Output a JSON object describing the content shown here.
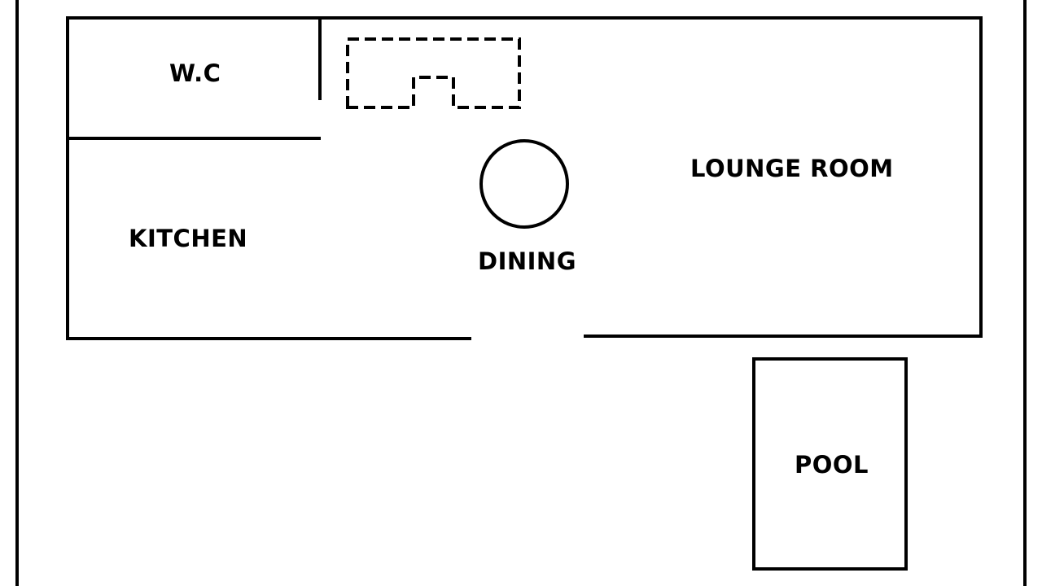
{
  "rooms": {
    "wc": "W.C",
    "kitchen": "KITCHEN",
    "dining": "DINING",
    "lounge": "LOUNGE ROOM",
    "pool": "POOL"
  },
  "colors": {
    "line": "#000000",
    "background": "#ffffff"
  }
}
